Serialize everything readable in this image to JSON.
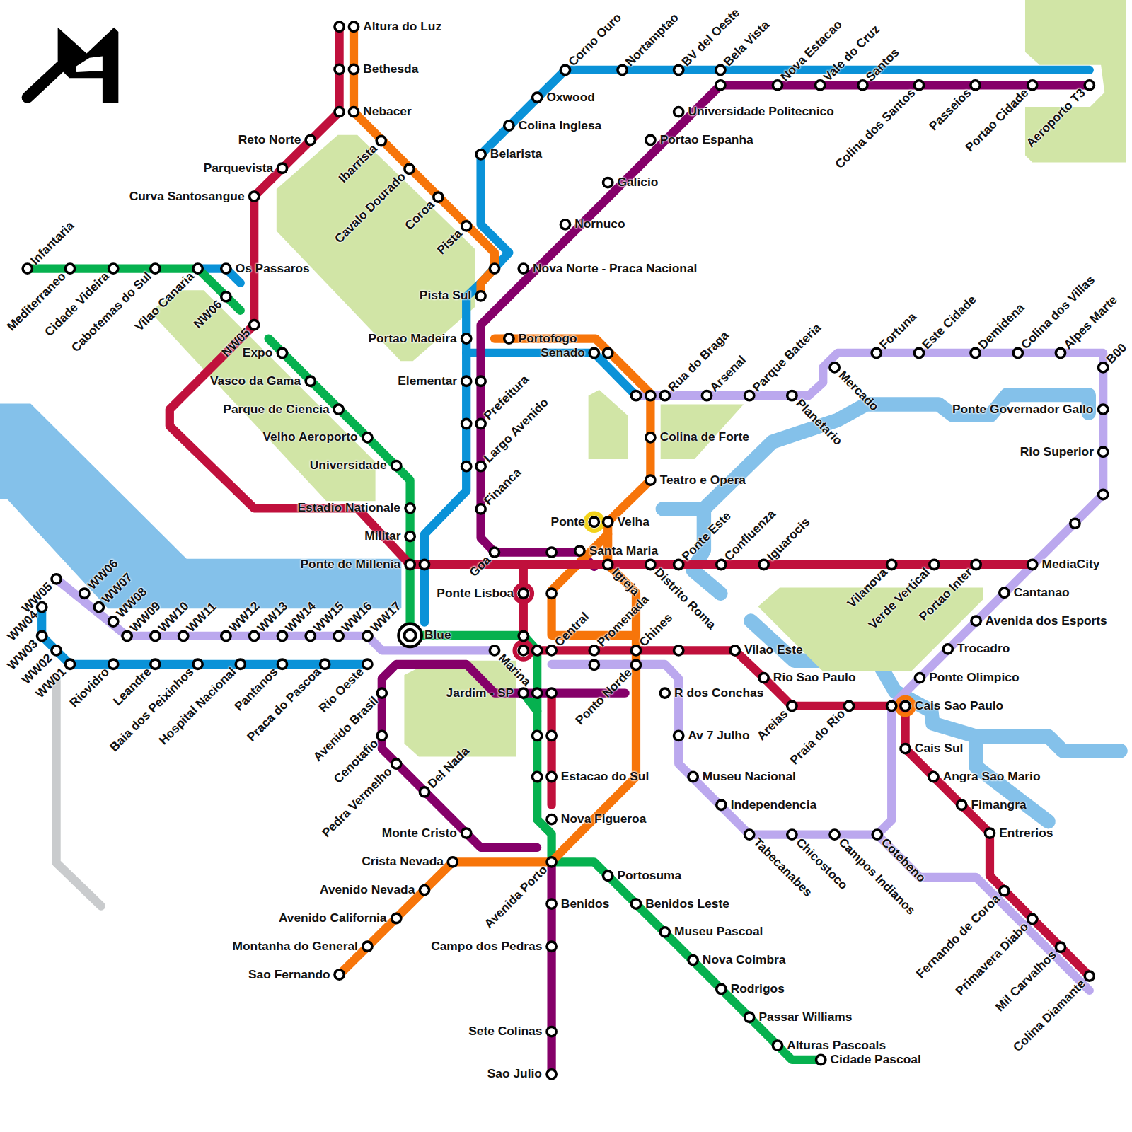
{
  "diagram": {
    "labels": [
      "Altura do Luz",
      "Bethesda",
      "Nebacer",
      "Reto Norte",
      "Parquevista",
      "Curva Santosangue",
      "Os Passaros",
      "Ibarrista",
      "Cavalo Dourado",
      "Coroa",
      "Pista",
      "Pista Sul",
      "Portao Madeira",
      "Elementar",
      "Prefeitura",
      "Largo Avenido",
      "Financa",
      "Corno Ouro",
      "Nortamptao",
      "Oxwood",
      "Colina Inglesa",
      "Belarista",
      "BV del Oeste",
      "Bela Vista",
      "Nova Estacao",
      "Vale do Cruz",
      "Santos",
      "Colina dos Santos",
      "Passeios",
      "Portao Cidade",
      "Aeroporto T3",
      "Universidade Politecnico",
      "Portao Espanha",
      "Galicio",
      "Nornuco",
      "Nova Norte - Praca Nacional",
      "Infantaria",
      "Mediterraneo",
      "Cidade Videira",
      "Cabotemas do Sul",
      "Vilao Canaria",
      "NW06",
      "NW05",
      "Expo",
      "Vasco da Gama",
      "Parque de Ciencia",
      "Velho Aeroporto",
      "Universidade",
      "Estadio Nationale",
      "Militar",
      "Ponte de Millenia",
      "Portofogo",
      "Senado",
      "Rua do Braga",
      "Arsenal",
      "Parque Batteria",
      "Mercado",
      "Planetario",
      "Fortuna",
      "Este Cidade",
      "Demidena",
      "Colina dos Villas",
      "Alpes Marte",
      "B00",
      "Ponte Governador Gallo",
      "Rio Superior",
      "Colina de Forte",
      "Teatro e Opera",
      "Ponte",
      "Velha",
      "Santa Maria",
      "Goa",
      "Ponte Este",
      "Confluenza",
      "Iguarocis",
      "Igreja",
      "Distrito Roma",
      "Vilanova",
      "Verde Vertical",
      "Portao Inter",
      "MediaCity",
      "Cantanao",
      "Avenida dos Esports",
      "Trocadro",
      "Ponte Olimpico",
      "Cais Sao Paulo",
      "Cais Sul",
      "Angra Sao Mario",
      "Fimangra",
      "Entrerios",
      "Fernando de Coroa",
      "Primavera Diabo",
      "Mil Carvalhos",
      "Colina Diamante",
      "Ponte Lisboa",
      "Blue",
      "Central",
      "Promenada",
      "Chines",
      "Vilao Este",
      "Rio Sao Paulo",
      "Areias",
      "Praia do Rio",
      "Marina",
      "Jardim - SP",
      "Ponto Norde",
      "R dos Conchas",
      "Av 7 Julho",
      "Museu Nacional",
      "Independencia",
      "Tabecanabes",
      "Chicostoco",
      "Campos Indianos",
      "Cotebeno",
      "Estacao do Sul",
      "Nova Figueroa",
      "Portosuma",
      "Benidos Leste",
      "Museu Pascoal",
      "Nova Coimbra",
      "Rodrigos",
      "Passar Williams",
      "Alturas Pascoals",
      "Cidade Pascoal",
      "Benidos",
      "Campo dos Pedras",
      "Sete Colinas",
      "Sao Julio",
      "Avenida Porto",
      "Monte Cristo",
      "Crista Nevada",
      "Avenido Nevada",
      "Avenido California",
      "Montanha do General",
      "Sao Fernando",
      "Avenido Brasil",
      "Cenotafio",
      "Pedra Vermelho",
      "Del Nada",
      "WW05",
      "WW04",
      "WW03",
      "WW02",
      "WW01",
      "WW06",
      "WW07",
      "WW08",
      "WW09",
      "WW10",
      "WW11",
      "WW12",
      "WW13",
      "WW14",
      "WW15",
      "WW16",
      "WW17",
      "Riovidro",
      "Leandre",
      "Baia dos Peixinhos",
      "Hospital Nacional",
      "Pantanos",
      "Praca do Pascoa",
      "Rio Oeste"
    ]
  }
}
